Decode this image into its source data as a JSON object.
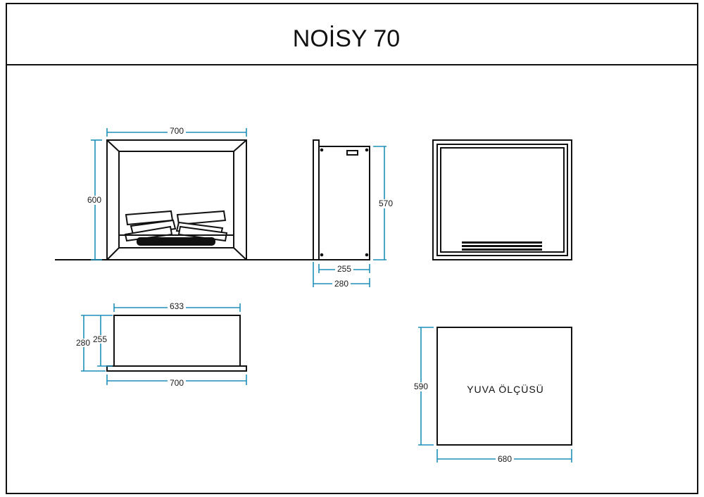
{
  "title": "NOİSY 70",
  "colors": {
    "dimension": "#1f8fb8",
    "outline": "#111111"
  },
  "front_view": {
    "width_label": "700",
    "height_label": "600"
  },
  "side_view": {
    "height_label": "570",
    "depth_inner_label": "255",
    "depth_outer_label": "280"
  },
  "top_view": {
    "inner_width_label": "633",
    "outer_width_label": "700",
    "outer_depth_label": "280",
    "inner_depth_label": "255"
  },
  "niche": {
    "label": "YUVA  ÖLÇÜSÜ",
    "height_label": "590",
    "width_label": "680"
  }
}
